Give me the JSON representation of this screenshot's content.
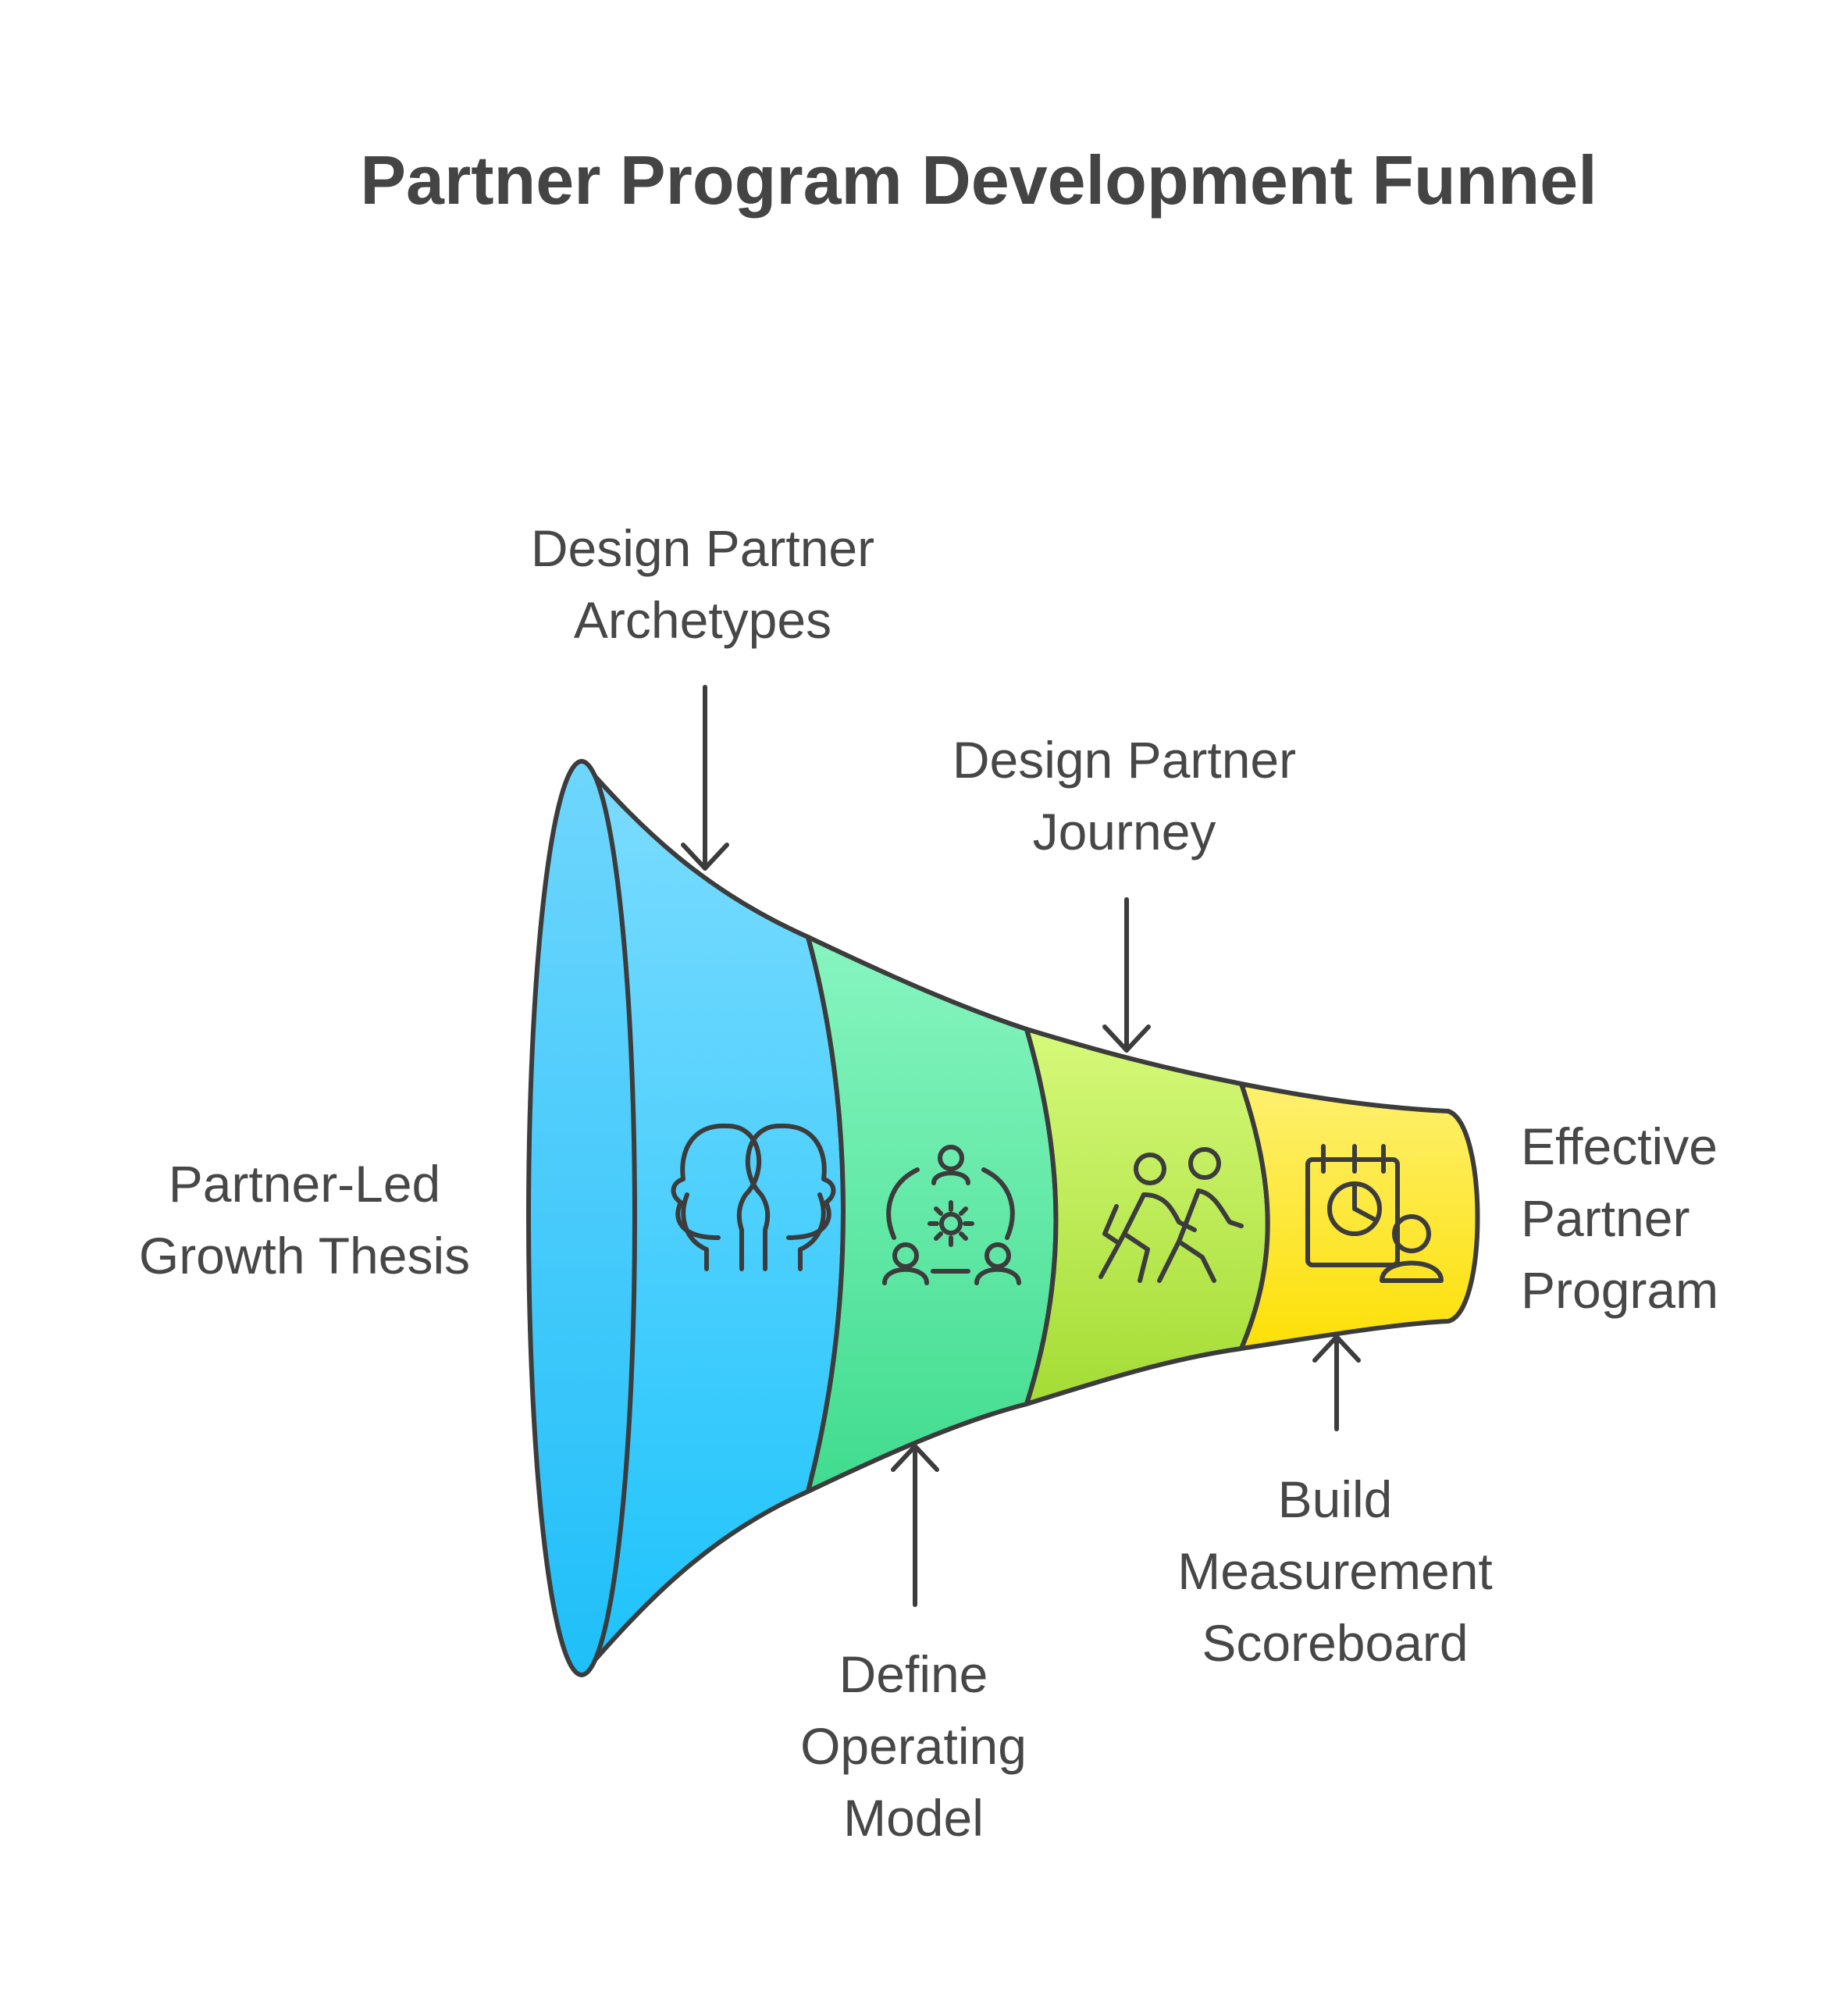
{
  "title": "Partner Program Development Funnel",
  "stages": [
    {
      "lines": [
        "Partner-Led",
        "Growth Thesis"
      ],
      "icon": "none"
    },
    {
      "lines": [
        "Design Partner",
        "Archetypes"
      ],
      "icon": "two-heads-icon",
      "color": "#4dcffd"
    },
    {
      "lines": [
        "Define",
        "Operating",
        "Model"
      ],
      "icon": "team-gear-icon",
      "color": "#5fe6a6"
    },
    {
      "lines": [
        "Design Partner",
        "Journey"
      ],
      "icon": "walking-people-icon",
      "color": "#c2eb5c"
    },
    {
      "lines": [
        "Build",
        "Measurement",
        "Scoreboard"
      ],
      "icon": "calendar-chart-user-icon",
      "color": "#fde342"
    }
  ],
  "outcome": {
    "lines": [
      "Effective",
      "Partner",
      "Program"
    ]
  },
  "colors": {
    "mouth": "#45c7fc",
    "outline": "#3c3c3c",
    "text": "#474747"
  }
}
